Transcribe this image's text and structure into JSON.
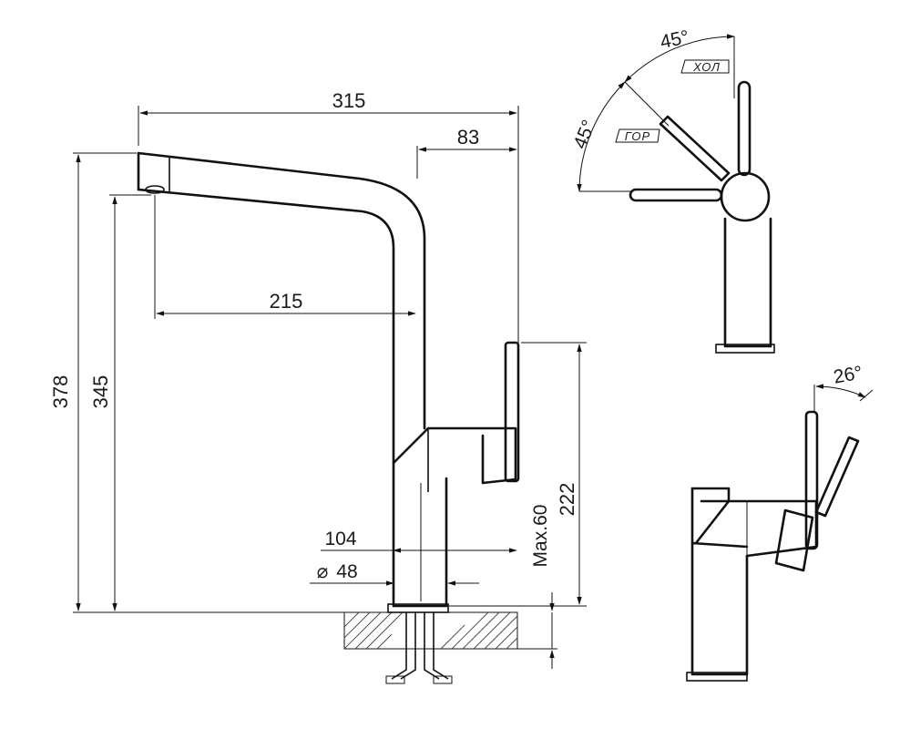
{
  "dimensions": {
    "overall_width": "315",
    "lever_offset": "83",
    "overall_height": "378",
    "spout_height": "345",
    "spout_reach": "215",
    "lever_height": "222",
    "max_counter_thickness": "Max.60",
    "base_width": "104",
    "base_diameter": "48",
    "diameter_symbol": "⌀"
  },
  "top_view": {
    "angle_cold": "45°",
    "angle_hot": "45°",
    "label_cold": "ХОЛ",
    "label_hot": "ГОР"
  },
  "side_view": {
    "angle_tilt": "26°"
  },
  "colors": {
    "line": "#111111",
    "background": "#ffffff"
  }
}
